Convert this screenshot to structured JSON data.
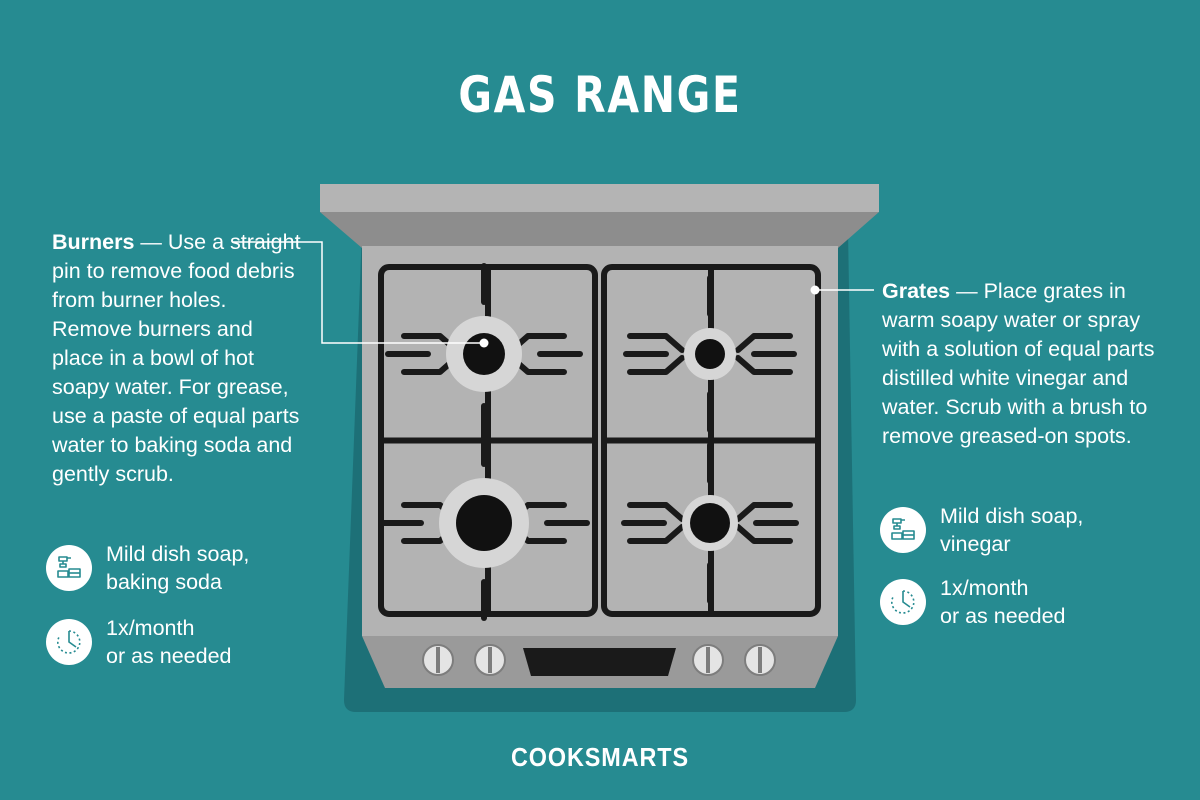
{
  "title": "GAS RANGE",
  "burners": {
    "heading": "Burners",
    "text": " — Use a straight pin to remove food debris from burner holes. Remove burners and place in a bowl of hot soapy water. For grease, use a paste of equal parts water to baking soda and gently scrub.",
    "supplies": "Mild dish soap,\nbaking soda",
    "frequency": "1x/month\nor as needed"
  },
  "grates": {
    "heading": "Grates",
    "text": " — Place grates in warm soapy water or spray with a solution of equal parts distilled white vinegar and water. Scrub with a brush to remove greased-on spots.",
    "supplies": "Mild dish soap,\nvinegar",
    "frequency": "1x/month\nor as needed"
  },
  "icons": {
    "supplies": "spray-bottle-sponge-icon",
    "frequency": "clock-icon"
  },
  "brand": "COOKSMARTS",
  "colors": {
    "background": "#268b91",
    "range_shadow": "#1d7077",
    "stove_body": "#b4b4b4",
    "grate": "#1a1a1a",
    "burner_ring": "#d6d6d6"
  }
}
